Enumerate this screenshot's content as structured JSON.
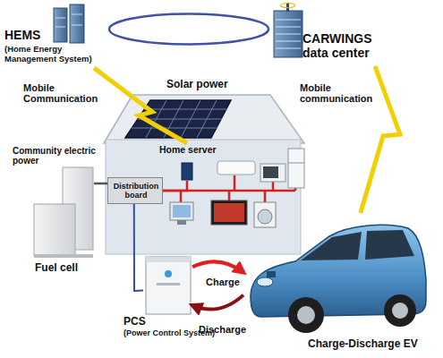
{
  "diagram": {
    "nodes": [
      {
        "text": [
          "HEMS",
          "(Home Energy Management System)"
        ]
      },
      {
        "text": [
          "CARWINGS data center"
        ]
      },
      {
        "text": [
          "Solar power"
        ]
      },
      {
        "text": [
          "Home server"
        ]
      },
      {
        "text": [
          "Distribution board"
        ]
      },
      {
        "text": [
          "Fuel cell"
        ]
      },
      {
        "text": [
          "PCS",
          "(Power Control System)"
        ]
      },
      {
        "text": [
          "Charge-Discharge EV"
        ]
      }
    ],
    "edges": [
      {
        "from": 0,
        "to": 1,
        "arrow": "none"
      },
      {
        "from": 0,
        "to": 3,
        "label": "Mobile Communication",
        "arrow": "none"
      },
      {
        "from": 1,
        "to": 7,
        "label": "Mobile communication",
        "arrow": "none"
      },
      {
        "from": 5,
        "to": 4,
        "label": "Community electric power",
        "arrow": "none"
      },
      {
        "from": 4,
        "to": 3,
        "arrow": "none"
      },
      {
        "from": 4,
        "to": 6,
        "arrow": "none"
      },
      {
        "from": 6,
        "to": 7,
        "label": "Charge",
        "arrow": "to"
      },
      {
        "from": 7,
        "to": 6,
        "label": "Discharge",
        "arrow": "to"
      }
    ]
  }
}
